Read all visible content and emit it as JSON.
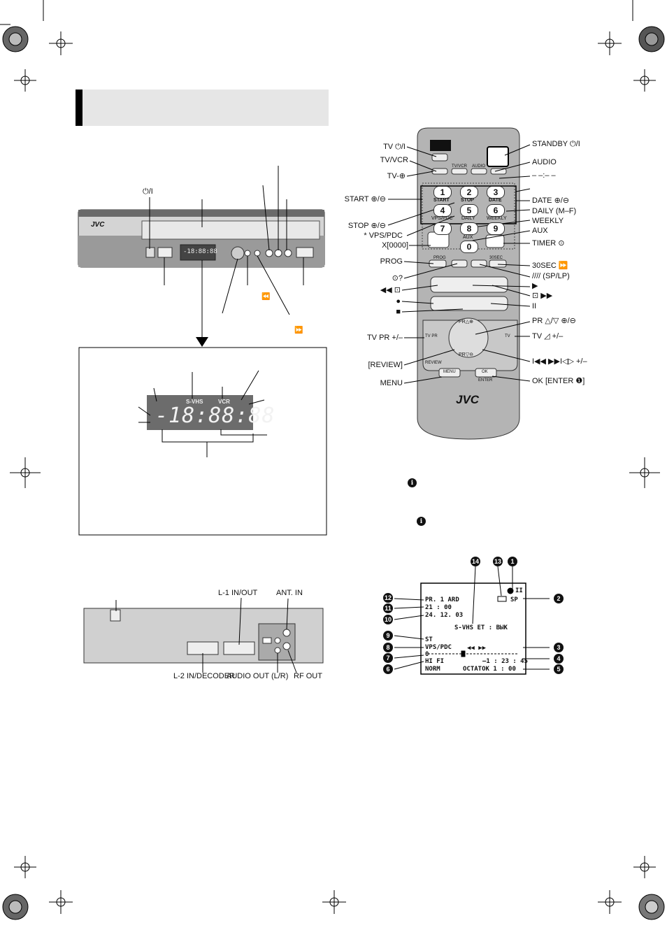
{
  "brand": "JVC",
  "front_labels": {
    "power": "⏻/I",
    "rew_icon": "⏪",
    "ff_icon": "⏩"
  },
  "rear_labels": {
    "l1": "L-1 IN/OUT",
    "ant_in": "ANT. IN",
    "l2": "L-2 IN/DECODER",
    "audio_out": "AUDIO OUT (L/R)",
    "rf_out": "RF OUT"
  },
  "display": {
    "svhs": "S-VHS",
    "vcr": "VCR",
    "digits": "-18:88:88"
  },
  "remote": {
    "left": [
      "TV ⏻/I",
      "TV/VCR",
      "TV-⊕",
      "START ⊕/⊖",
      "STOP ⊕/⊖",
      "* VPS/PDC",
      "X[0000]",
      "PROG",
      "⊙?",
      "◀◀ ⊡",
      "●",
      "■",
      "TV PR +/–",
      "[REVIEW]",
      "MENU"
    ],
    "right": [
      "STANDBY ⏻/I",
      "AUDIO",
      "– –:– –",
      "DATE ⊕/⊖",
      "DAILY (M–F)",
      "WEEKLY",
      "AUX",
      "TIMER ⊙",
      "30SEC ⏩",
      "//// (SP/LP)",
      "▶",
      "⊡ ▶▶",
      "II",
      "PR △/▽ ⊕/⊖",
      "TV ◿ +/–",
      "I◀◀ ▶▶I◁▷ +/–",
      "OK [ENTER ❶]"
    ],
    "keys": [
      "1",
      "2",
      "3",
      "4",
      "5",
      "6",
      "7",
      "8",
      "9",
      "0"
    ],
    "key_subs": [
      "START",
      "STOP",
      "DATE",
      "VPS/PDC",
      "DAILY",
      "WEEKLY",
      "AUX"
    ],
    "top_keys": [
      "TV/VCR",
      "AUDIO",
      "PROG",
      "30SEC",
      "MENU",
      "OK",
      "ENTER",
      "REVIEW",
      "TV PR",
      "TV"
    ],
    "pr_up": "PR△⊕",
    "pr_down": "PR▽⊖"
  },
  "notes": {
    "info1": "ℹ",
    "info2": "ℹ"
  },
  "osd": {
    "pr": "PR. 1 ARD",
    "time": "21 : 00",
    "date": "24. 12. 03",
    "svhs_et": "S-VHS ET : ВЫК",
    "st": "ST",
    "vps": "VPS/PDC",
    "zero": "0",
    "hifi": "HI FI",
    "norm": "NORM",
    "sp": "SP",
    "counter": "–1 : 23 : 45",
    "remain": "ОСТАТОК   1 : 00",
    "nums": [
      "1",
      "2",
      "3",
      "4",
      "5",
      "6",
      "7",
      "8",
      "9",
      "10",
      "11",
      "12",
      "13",
      "14"
    ]
  }
}
